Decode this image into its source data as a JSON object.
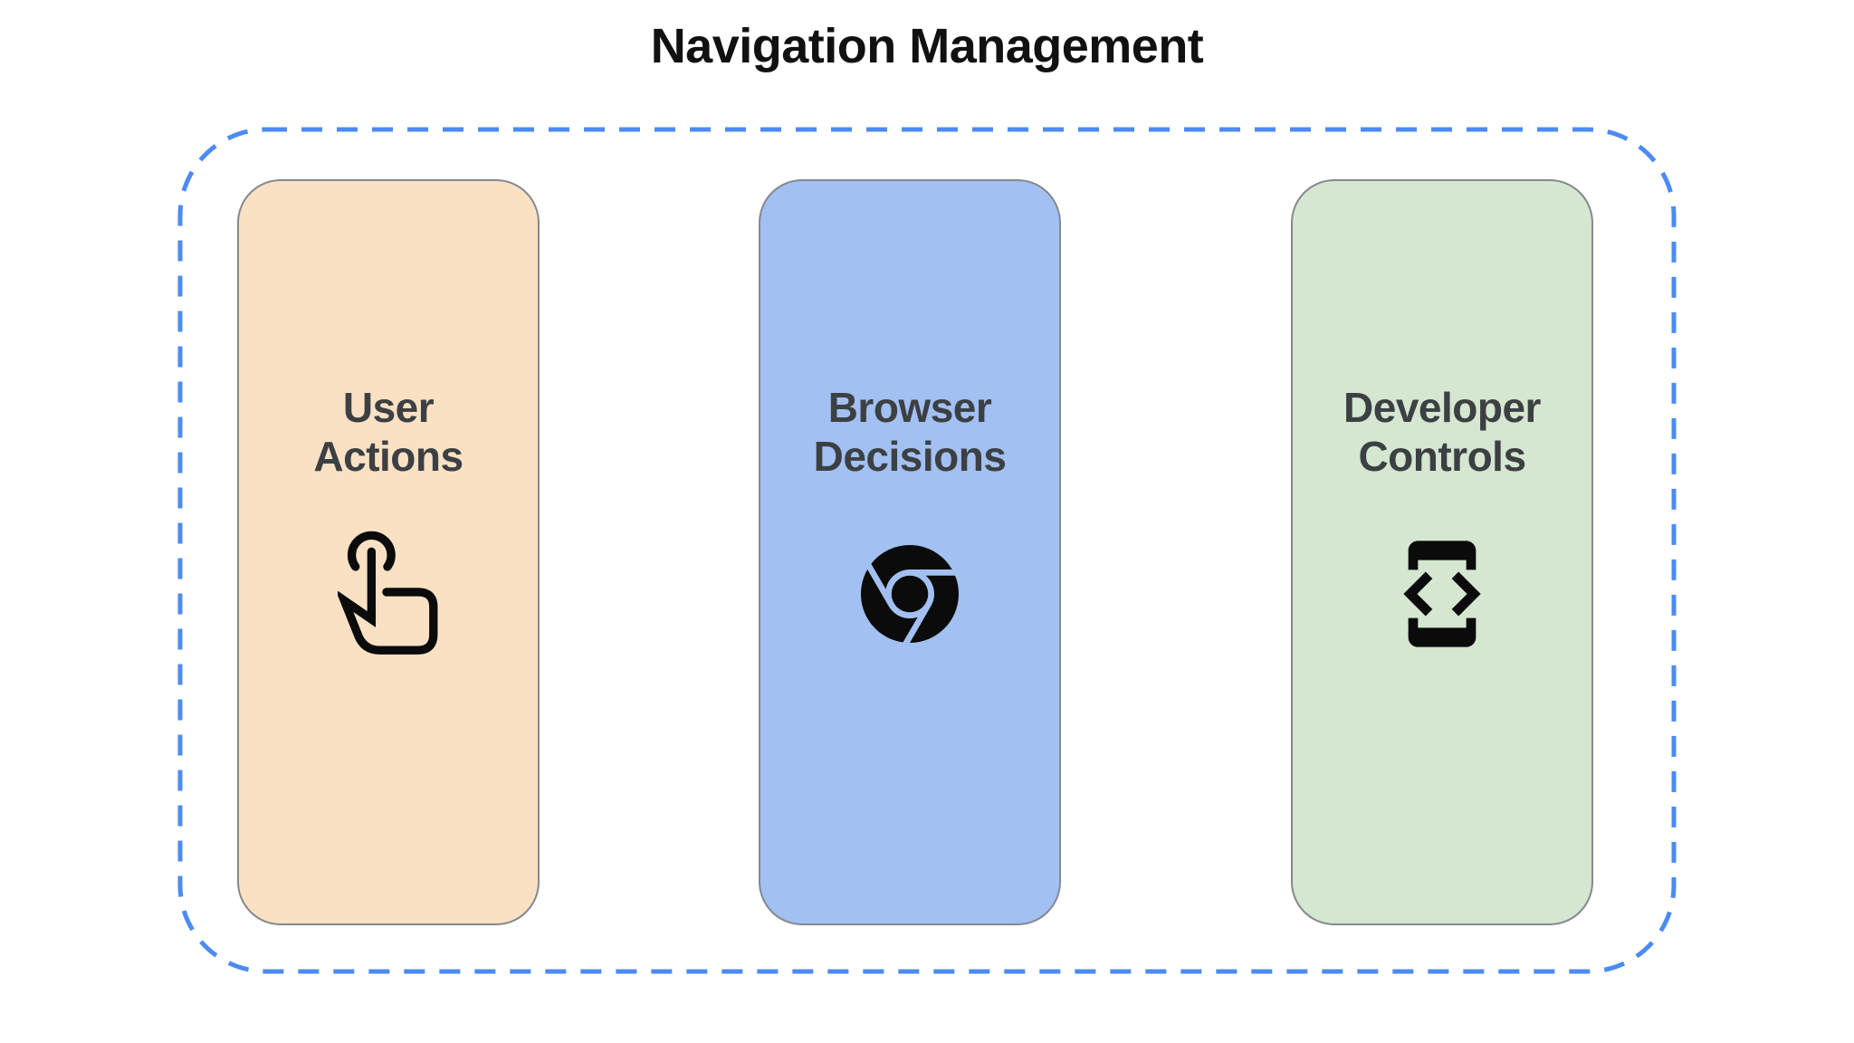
{
  "title": "Navigation Management",
  "container": {
    "label": "navigation-management-group",
    "border_color": "#4c8bf4",
    "border_style": "dashed"
  },
  "cards": [
    {
      "label": "User Actions",
      "icon": "touch-gesture-icon",
      "bg_color": "#fae1c4"
    },
    {
      "label": "Browser Decisions",
      "icon": "chrome-icon",
      "bg_color": "#a2c0f2"
    },
    {
      "label": "Developer Controls",
      "icon": "developer-mode-icon",
      "bg_color": "#d5e6d1"
    }
  ],
  "colors": {
    "title_text": "#111111",
    "label_text": "#3c4043",
    "icon": "#0b0b0b",
    "card_border": "#85898f",
    "canvas_bg": "#ffffff",
    "dashed_border": "#4c8bf4"
  }
}
